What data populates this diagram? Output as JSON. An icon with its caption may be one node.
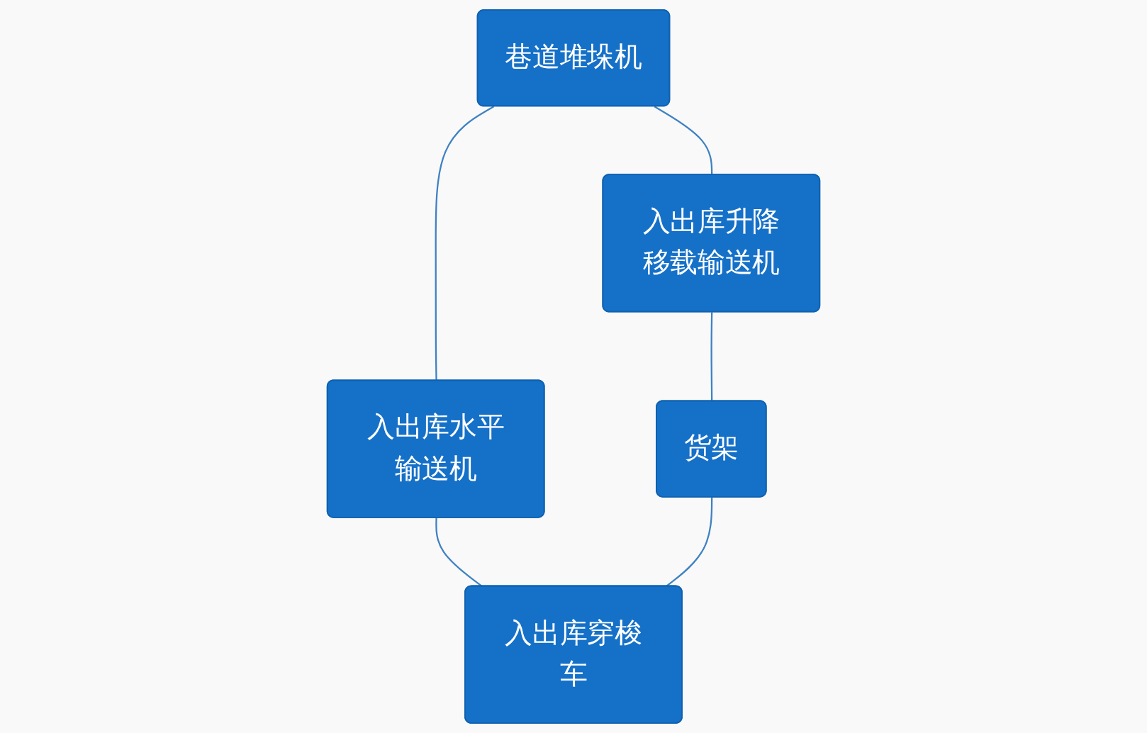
{
  "diagram": {
    "nodes": [
      {
        "text": [
          "巷道堆垛机"
        ]
      },
      {
        "text": [
          "入出库升降移载输送机"
        ]
      },
      {
        "text": [
          "入出库水平输送机"
        ]
      },
      {
        "text": [
          "货架"
        ]
      },
      {
        "text": [
          "入出库穿梭车"
        ]
      }
    ],
    "edges": [
      {
        "from": 0,
        "to": 2,
        "arrow": "none"
      },
      {
        "from": 0,
        "to": 1,
        "arrow": "none"
      },
      {
        "from": 2,
        "to": 4,
        "arrow": "none"
      },
      {
        "from": 1,
        "to": 3,
        "arrow": "none"
      },
      {
        "from": 3,
        "to": 4,
        "arrow": "none"
      }
    ]
  }
}
